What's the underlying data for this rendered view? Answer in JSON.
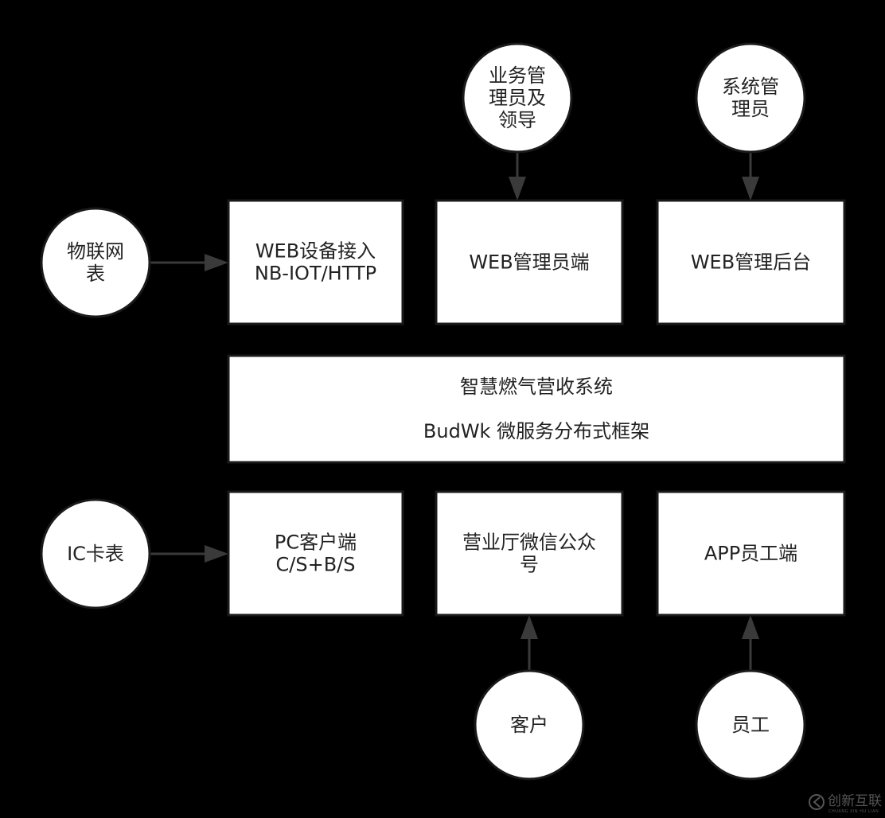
{
  "nodes": {
    "iot_meter": {
      "lines": [
        "物联网",
        "表"
      ]
    },
    "biz_admin": {
      "lines": [
        "业务管",
        "理员及",
        "领导"
      ]
    },
    "sys_admin": {
      "lines": [
        "系统管",
        "理员"
      ]
    },
    "ic_meter": {
      "lines": [
        "IC卡表"
      ]
    },
    "customer": {
      "lines": [
        "客户"
      ]
    },
    "staff": {
      "lines": [
        "员工"
      ]
    },
    "web_device": {
      "lines": [
        "WEB设备接入",
        "NB-IOT/HTTP"
      ]
    },
    "web_admin": {
      "lines": [
        "WEB管理员端"
      ]
    },
    "web_backend": {
      "lines": [
        "WEB管理后台"
      ]
    },
    "core_system": {
      "lines": [
        "智慧燃气营收系统",
        "",
        "BudWk 微服务分布式框架"
      ]
    },
    "pc_client": {
      "lines": [
        "PC客户端",
        "C/S+B/S"
      ]
    },
    "wechat_account": {
      "lines": [
        "营业厅微信公众",
        "号"
      ]
    },
    "app_staff": {
      "lines": [
        "APP员工端"
      ]
    }
  },
  "edges": [
    {
      "from": "iot_meter",
      "to": "web_device"
    },
    {
      "from": "biz_admin",
      "to": "web_admin"
    },
    {
      "from": "sys_admin",
      "to": "web_backend"
    },
    {
      "from": "ic_meter",
      "to": "pc_client"
    },
    {
      "from": "customer",
      "to": "wechat_account"
    },
    {
      "from": "staff",
      "to": "app_staff"
    }
  ],
  "watermark": {
    "text": "创新互联",
    "subtext": "CHUANG XIN HU LIAN"
  }
}
